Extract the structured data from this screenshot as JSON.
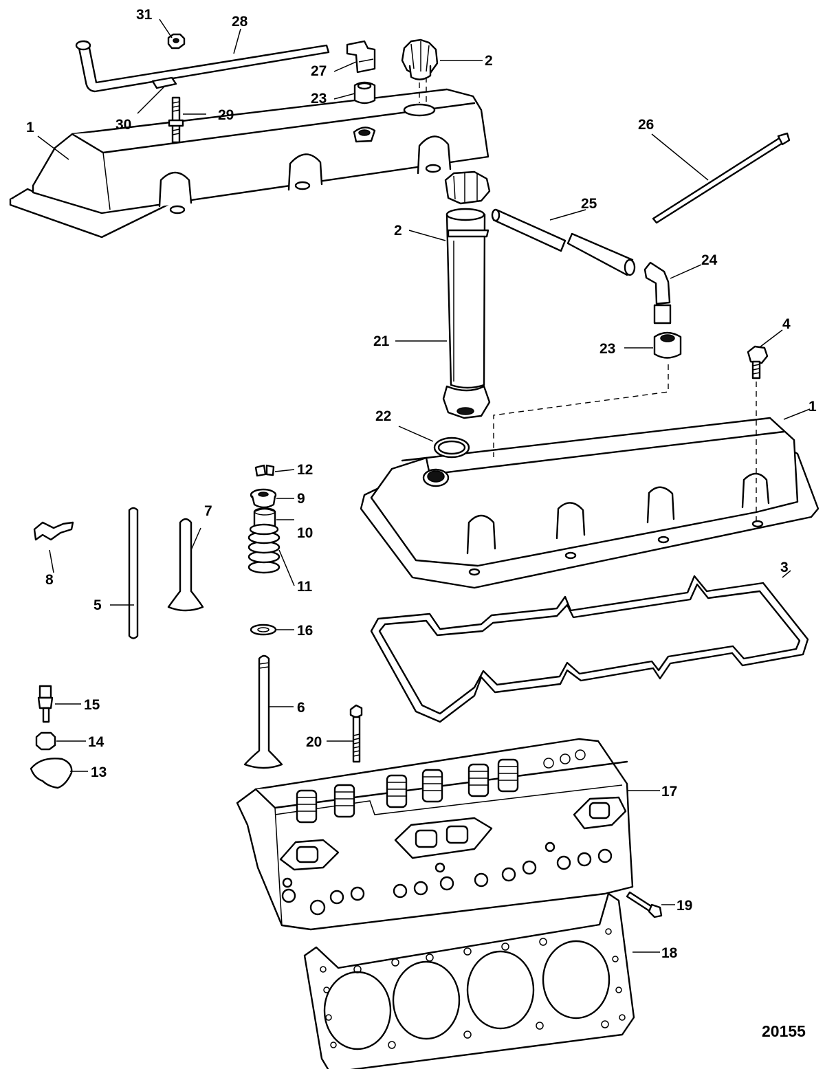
{
  "figure_number": "20155",
  "callouts": [
    {
      "id": "c1a",
      "text": "1"
    },
    {
      "id": "c1b",
      "text": "1"
    },
    {
      "id": "c2a",
      "text": "2"
    },
    {
      "id": "c2b",
      "text": "2"
    },
    {
      "id": "c3",
      "text": "3"
    },
    {
      "id": "c4",
      "text": "4"
    },
    {
      "id": "c5",
      "text": "5"
    },
    {
      "id": "c6",
      "text": "6"
    },
    {
      "id": "c7",
      "text": "7"
    },
    {
      "id": "c8",
      "text": "8"
    },
    {
      "id": "c9",
      "text": "9"
    },
    {
      "id": "c10",
      "text": "10"
    },
    {
      "id": "c11",
      "text": "11"
    },
    {
      "id": "c12",
      "text": "12"
    },
    {
      "id": "c13",
      "text": "13"
    },
    {
      "id": "c14",
      "text": "14"
    },
    {
      "id": "c15",
      "text": "15"
    },
    {
      "id": "c16",
      "text": "16"
    },
    {
      "id": "c17",
      "text": "17"
    },
    {
      "id": "c18",
      "text": "18"
    },
    {
      "id": "c19",
      "text": "19"
    },
    {
      "id": "c20",
      "text": "20"
    },
    {
      "id": "c21",
      "text": "21"
    },
    {
      "id": "c22",
      "text": "22"
    },
    {
      "id": "c23a",
      "text": "23"
    },
    {
      "id": "c23b",
      "text": "23"
    },
    {
      "id": "c24",
      "text": "24"
    },
    {
      "id": "c25",
      "text": "25"
    },
    {
      "id": "c26",
      "text": "26"
    },
    {
      "id": "c27",
      "text": "27"
    },
    {
      "id": "c28",
      "text": "28"
    },
    {
      "id": "c29",
      "text": "29"
    },
    {
      "id": "c30",
      "text": "30"
    },
    {
      "id": "c31",
      "text": "31"
    }
  ]
}
